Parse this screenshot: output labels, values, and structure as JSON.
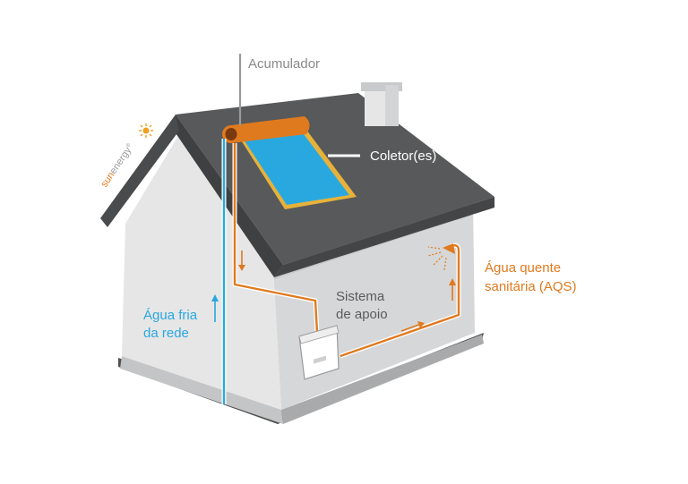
{
  "labels": {
    "accumulator": "Acumulador",
    "collectors": "Coletor(es)",
    "backup_line1": "Sistema",
    "backup_line2": "de apoio",
    "cold_line1": "Água fria",
    "cold_line2": "da rede",
    "hot_line1": "Água quente",
    "hot_line2": "sanitária (AQS)"
  },
  "logo": {
    "part1": "sun",
    "part2": "energy",
    "mark": "®"
  },
  "colors": {
    "hot_pipe": "#e07a1f",
    "cold_pipe": "#29a8e0",
    "panel": "#29a8e0",
    "panel_frame": "#e8b23a",
    "roof": "#555657",
    "wall_front": "#e5e5e6",
    "wall_side": "#d6d7d8",
    "base": "#5f6061",
    "label_gray": "#8a8a8a",
    "label_dark": "#5b5b5b"
  }
}
